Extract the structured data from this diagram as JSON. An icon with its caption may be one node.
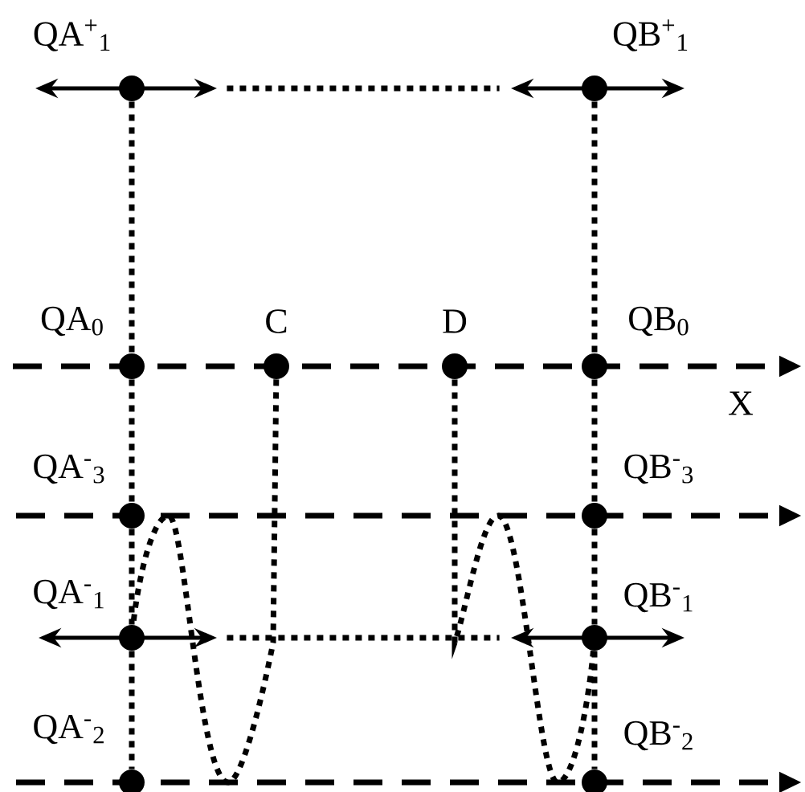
{
  "diagram": {
    "nodes": [
      {
        "text": [
          "QA$^{+}$$_{1}$"
        ]
      },
      {
        "text": [
          "QB$^{+}$$_{1}$"
        ]
      },
      {
        "text": [
          "QA$_{0}$"
        ]
      },
      {
        "text": [
          "C"
        ]
      },
      {
        "text": [
          "D"
        ]
      },
      {
        "text": [
          "QB$_{0}$"
        ]
      },
      {
        "text": [
          "QA$^{-}$$_{3}$"
        ]
      },
      {
        "text": [
          "QB$^{-}$$_{3}$"
        ]
      },
      {
        "text": [
          "QA$^{-}$$_{1}$"
        ]
      },
      {
        "text": [
          "QB$^{-}$$_{1}$"
        ]
      },
      {
        "text": [
          "QA$^{-}$$_{2}$"
        ]
      },
      {
        "text": [
          "QB$^{-}$$_{2}$"
        ]
      }
    ],
    "edges": [
      {
        "from": 0,
        "to": 1,
        "arrow": "none"
      },
      {
        "from": 0,
        "to": 2,
        "arrow": "none"
      },
      {
        "from": 1,
        "to": 5,
        "arrow": "none"
      },
      {
        "from": 2,
        "to": 6,
        "arrow": "none"
      },
      {
        "from": 6,
        "to": 8,
        "arrow": "none"
      },
      {
        "from": 8,
        "to": 10,
        "arrow": "none"
      },
      {
        "from": 5,
        "to": 7,
        "arrow": "none"
      },
      {
        "from": 7,
        "to": 9,
        "arrow": "none"
      },
      {
        "from": 9,
        "to": 11,
        "arrow": "none"
      },
      {
        "from": 8,
        "to": 9,
        "arrow": "none"
      },
      {
        "from": 3,
        "to": 8,
        "arrow": "none"
      },
      {
        "from": 4,
        "to": 9,
        "arrow": "none"
      }
    ],
    "labels": [
      "X"
    ]
  }
}
